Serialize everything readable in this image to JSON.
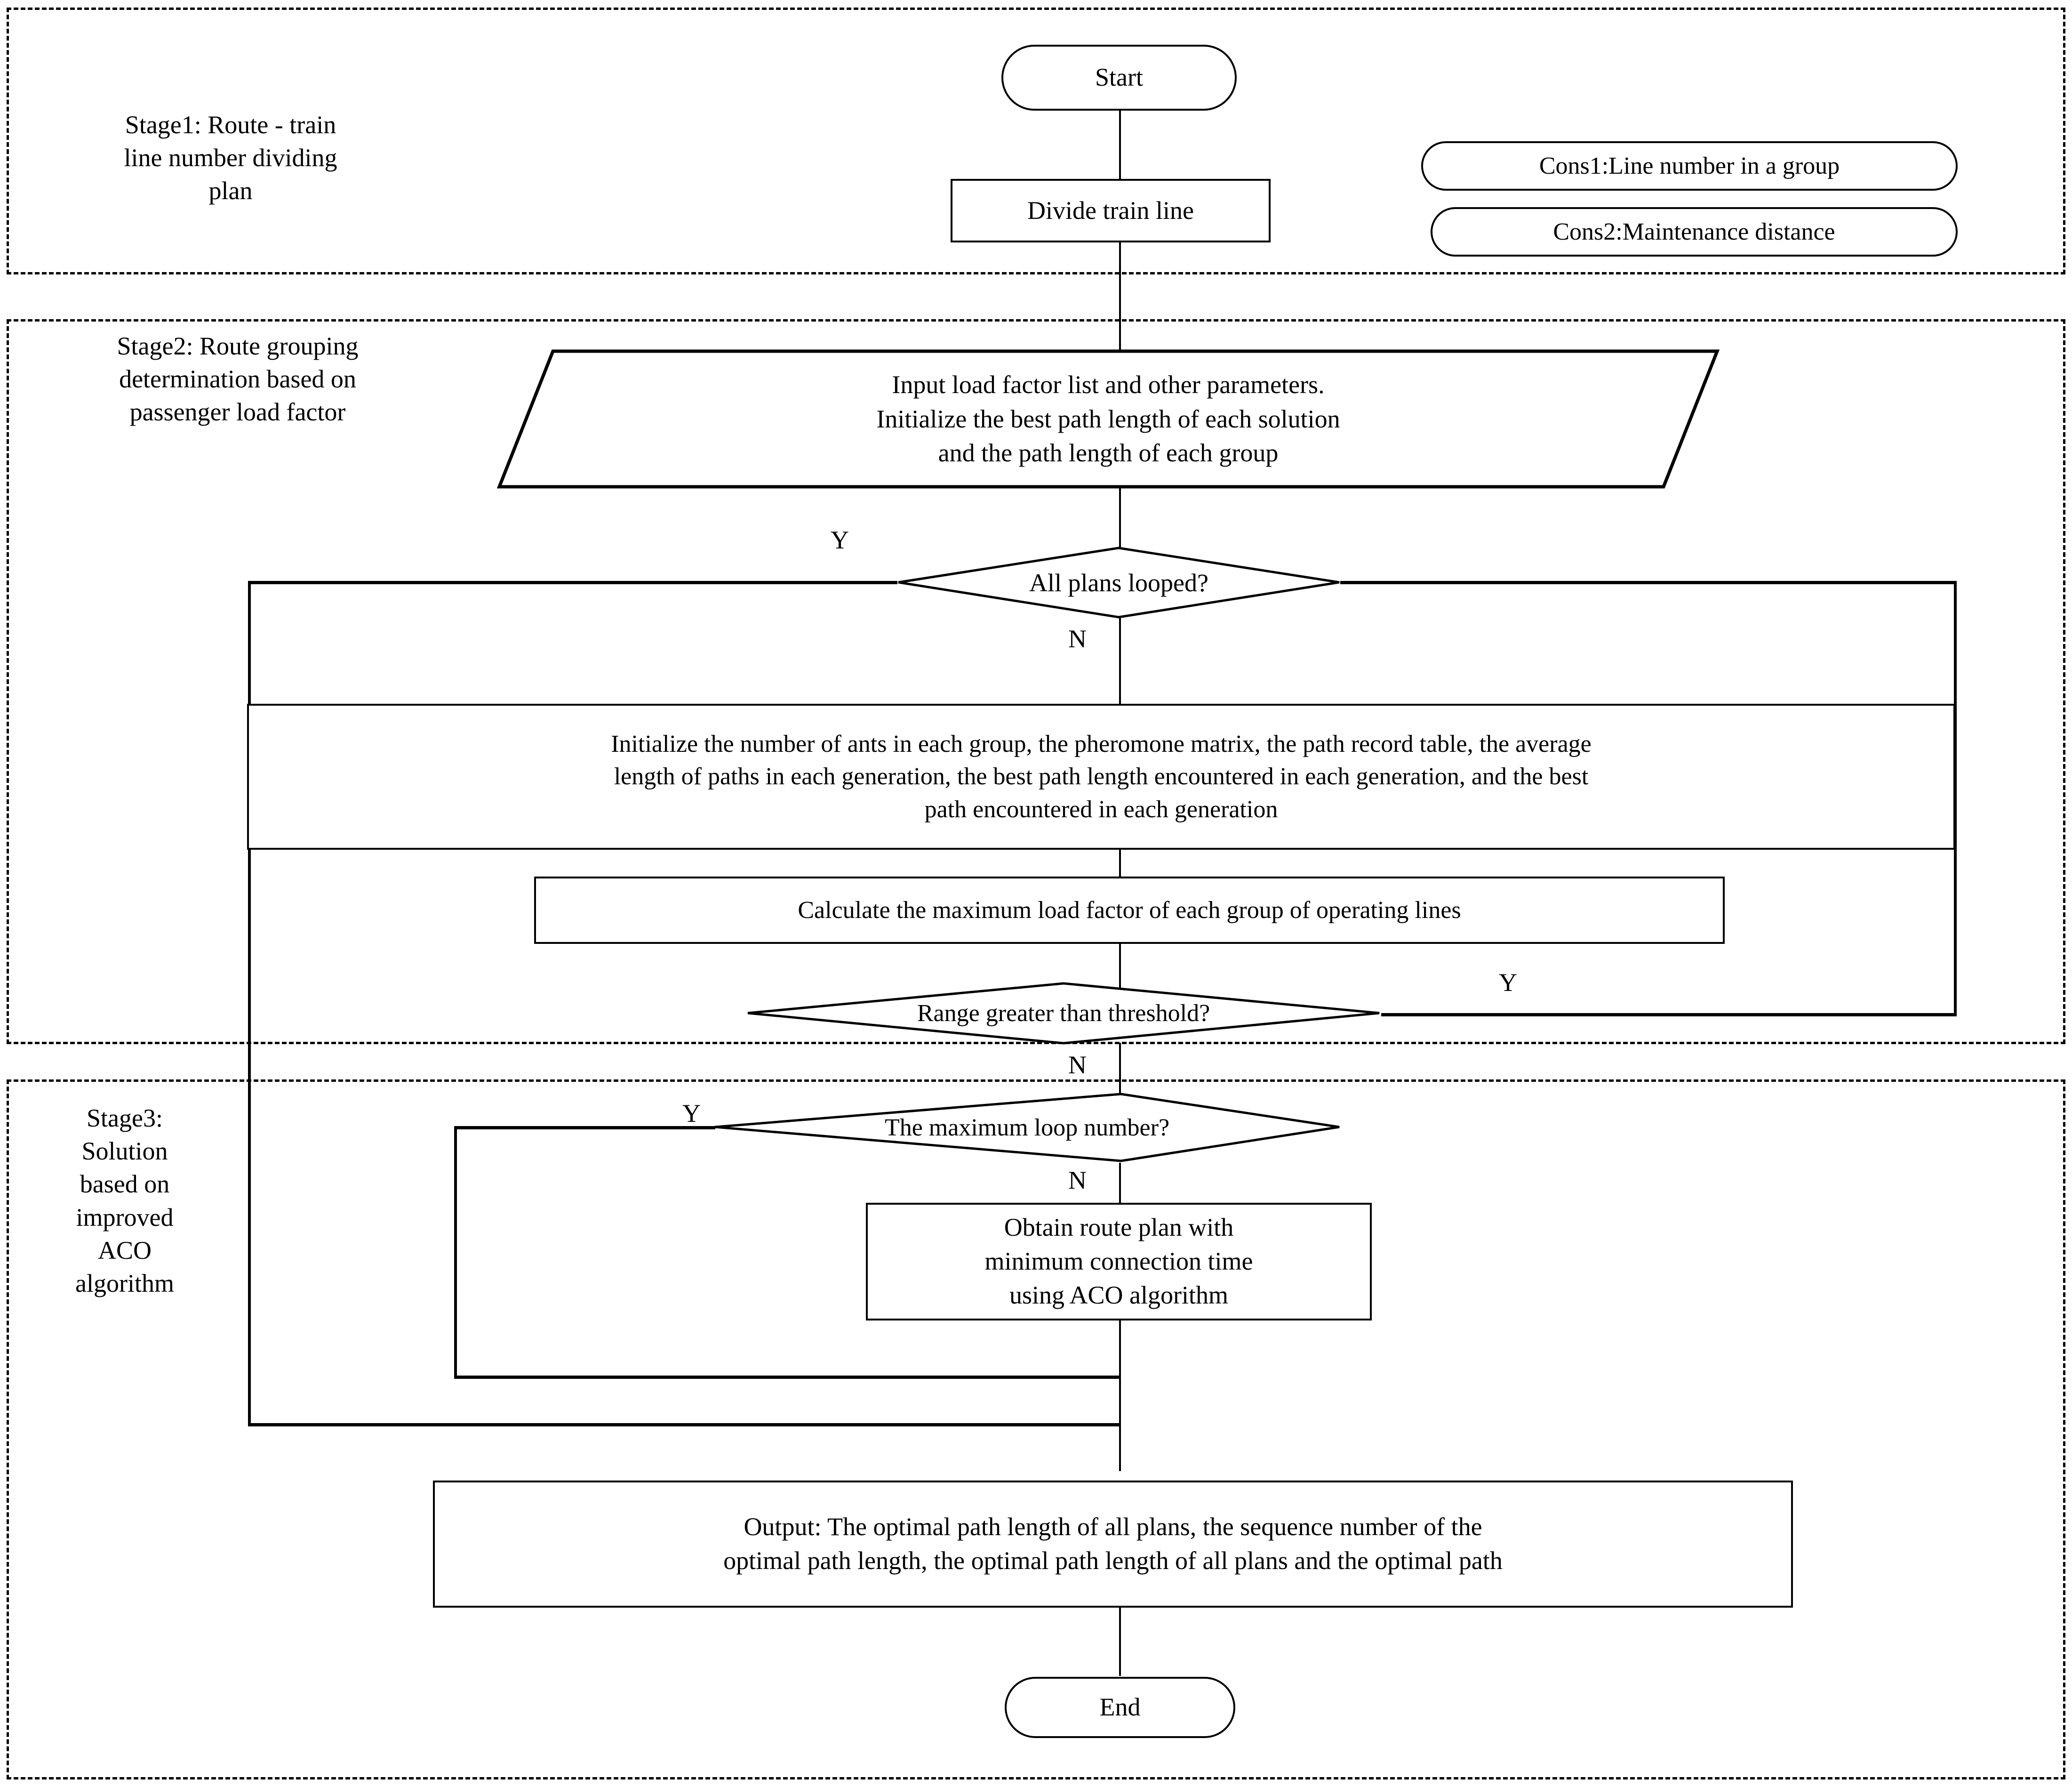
{
  "diagram": {
    "title": "Three-stage route planning flowchart with improved ACO algorithm"
  },
  "stages": [
    {
      "id": "stage1",
      "label": "Stage1: Route - train\nline number dividing\nplan"
    },
    {
      "id": "stage2",
      "label": "Stage2: Route grouping\ndetermination based on\npassenger load factor"
    },
    {
      "id": "stage3",
      "label": "Stage3:\nSolution\nbased on\nimproved\nACO\nalgorithm"
    }
  ],
  "stage_labels": {
    "stage1_line1": "Stage1: Route - train",
    "stage1_line2": "line number dividing",
    "stage1_line3": "plan",
    "stage2_line1": "Stage2: Route grouping",
    "stage2_line2": "determination based on",
    "stage2_line3": "passenger load factor",
    "stage3_line1": "Stage3:",
    "stage3_line2": "Solution",
    "stage3_line3": "based on",
    "stage3_line4": "improved",
    "stage3_line5": "ACO",
    "stage3_line6": "algorithm"
  },
  "nodes": {
    "start": "Start",
    "divide_train_line": "Divide train line",
    "input_params_line1": "Input load factor list and other parameters.",
    "input_params_line2": "Initialize the best path length of each solution",
    "input_params_line3": "and the path length of each group",
    "all_plans_looped": "All plans looped?",
    "initialize_line1": "Initialize the number of ants in each group, the pheromone matrix, the path record table, the average",
    "initialize_line2": "length of paths in each generation, the best path length encountered in each generation, and the best",
    "initialize_line3": "path encountered in each generation",
    "calculate_max_load": "Calculate the maximum load factor of each group of operating lines",
    "range_threshold": "Range greater than threshold?",
    "max_loop_number": "The maximum loop number?",
    "obtain_route_line1": "Obtain route plan with",
    "obtain_route_line2": "minimum connection time",
    "obtain_route_line3": "using ACO algorithm",
    "output_line1": "Output: The optimal path length of all plans, the sequence number of the",
    "output_line2": "optimal path length, the optimal path length of all plans and the optimal path",
    "end": "End"
  },
  "constraints": {
    "cons1": "Cons1:Line number in a group",
    "cons2": "Cons2:Maintenance distance"
  },
  "branch_labels": {
    "all_plans_yes": "Y",
    "all_plans_no": "N",
    "range_yes": "Y",
    "range_no": "N",
    "max_loop_yes": "Y",
    "max_loop_no": "N"
  },
  "colors": {
    "stroke": "#000000",
    "background": "#ffffff"
  }
}
